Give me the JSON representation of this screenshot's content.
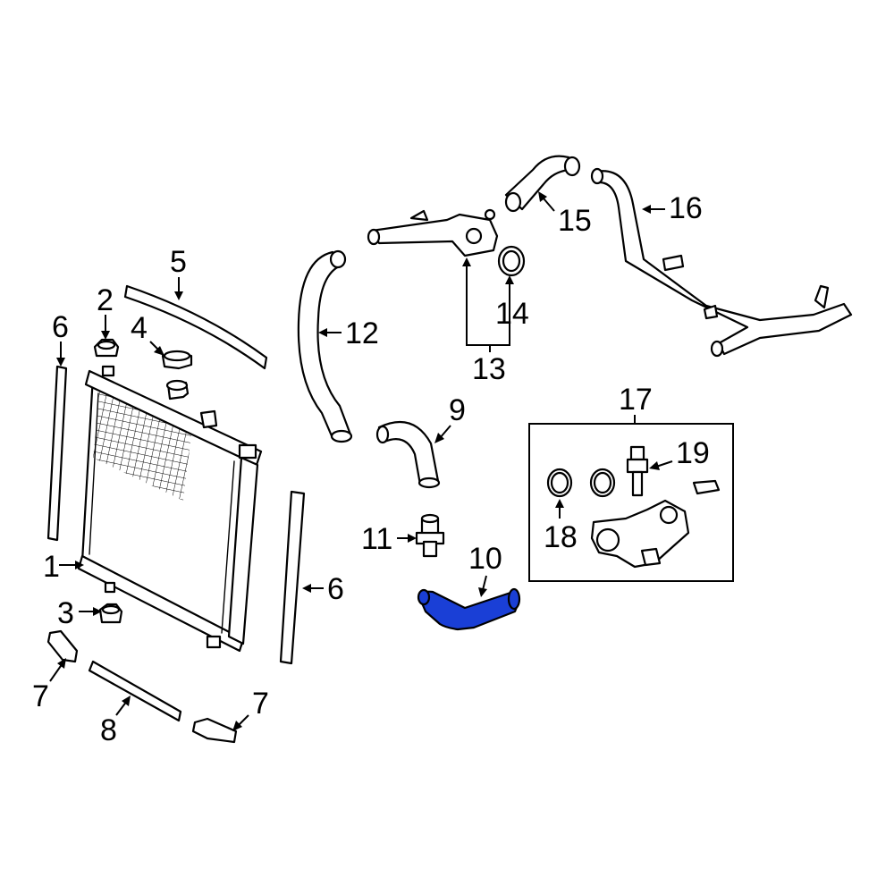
{
  "highlight_color": "#1a3fd6",
  "line_color": "#000000",
  "background": "#ffffff",
  "callouts": {
    "c1": "1",
    "c2": "2",
    "c3": "3",
    "c4": "4",
    "c5": "5",
    "c6a": "6",
    "c6b": "6",
    "c7a": "7",
    "c7b": "7",
    "c8": "8",
    "c9": "9",
    "c10": "10",
    "c11": "11",
    "c12": "12",
    "c13": "13",
    "c14": "14",
    "c15": "15",
    "c16": "16",
    "c17": "17",
    "c18": "18",
    "c19": "19"
  },
  "highlighted_part": "10"
}
